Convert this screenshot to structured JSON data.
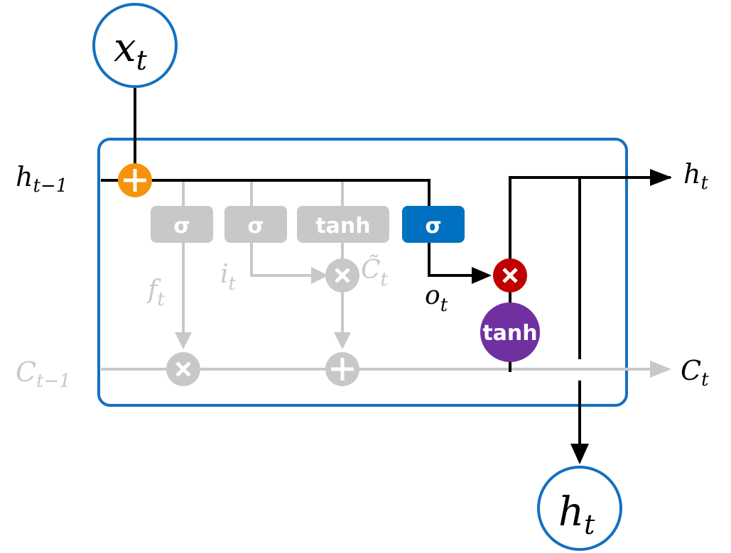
{
  "colors": {
    "cell_border": "#1470c0",
    "active": "#000000",
    "inactive": "#c8c8c8",
    "add_circle": "#f5930d",
    "mul_circle": "#c00000",
    "tanh_circle": "#7030a0",
    "output_gate": "#0070c0"
  },
  "input_node": {
    "label": "x",
    "sub": "t"
  },
  "output_node": {
    "label": "h",
    "sub": "t"
  },
  "labels": {
    "h_prev": {
      "label": "h",
      "sub": "t−1"
    },
    "h_out": {
      "label": "h",
      "sub": "t"
    },
    "c_prev": {
      "label": "C",
      "sub": "t−1"
    },
    "c_out": {
      "label": "C",
      "sub": "t"
    },
    "f_gate": {
      "label": "f",
      "sub": "t"
    },
    "i_gate": {
      "label": "i",
      "sub": "t"
    },
    "c_tilde": {
      "label": "C̃",
      "sub": "t"
    },
    "o_gate": {
      "label": "o",
      "sub": "t"
    }
  },
  "gates": {
    "forget": "σ",
    "input": "σ",
    "candidate": "tanh",
    "output": "σ"
  },
  "cell_tanh": "tanh"
}
